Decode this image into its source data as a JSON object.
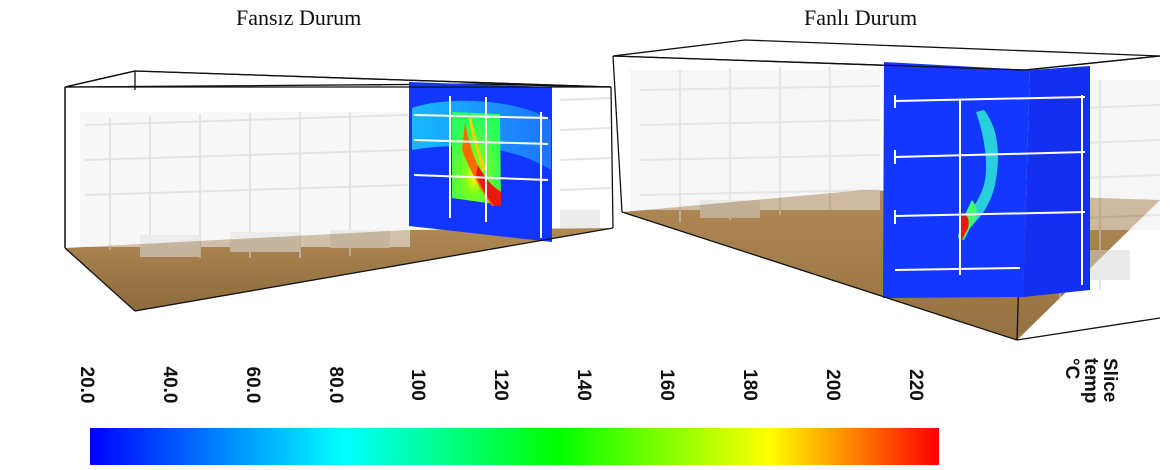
{
  "titles": {
    "left": "Fansız Durum",
    "right": "Fanlı Durum"
  },
  "colorbar": {
    "label_line1": "Slice",
    "label_line2": "temp",
    "label_line3": "°C",
    "ticks": [
      "20.0",
      "40.0",
      "60.0",
      "80.0",
      "100",
      "120",
      "140",
      "160",
      "180",
      "200",
      "220"
    ],
    "range": [
      20.0,
      220.0
    ],
    "colors": [
      "#0000ff",
      "#00ffff",
      "#00ff00",
      "#ffff00",
      "#ff0000"
    ]
  },
  "colors": {
    "floor": "#a9844f",
    "slice": "#1437ff",
    "hot": "#e81a10"
  }
}
